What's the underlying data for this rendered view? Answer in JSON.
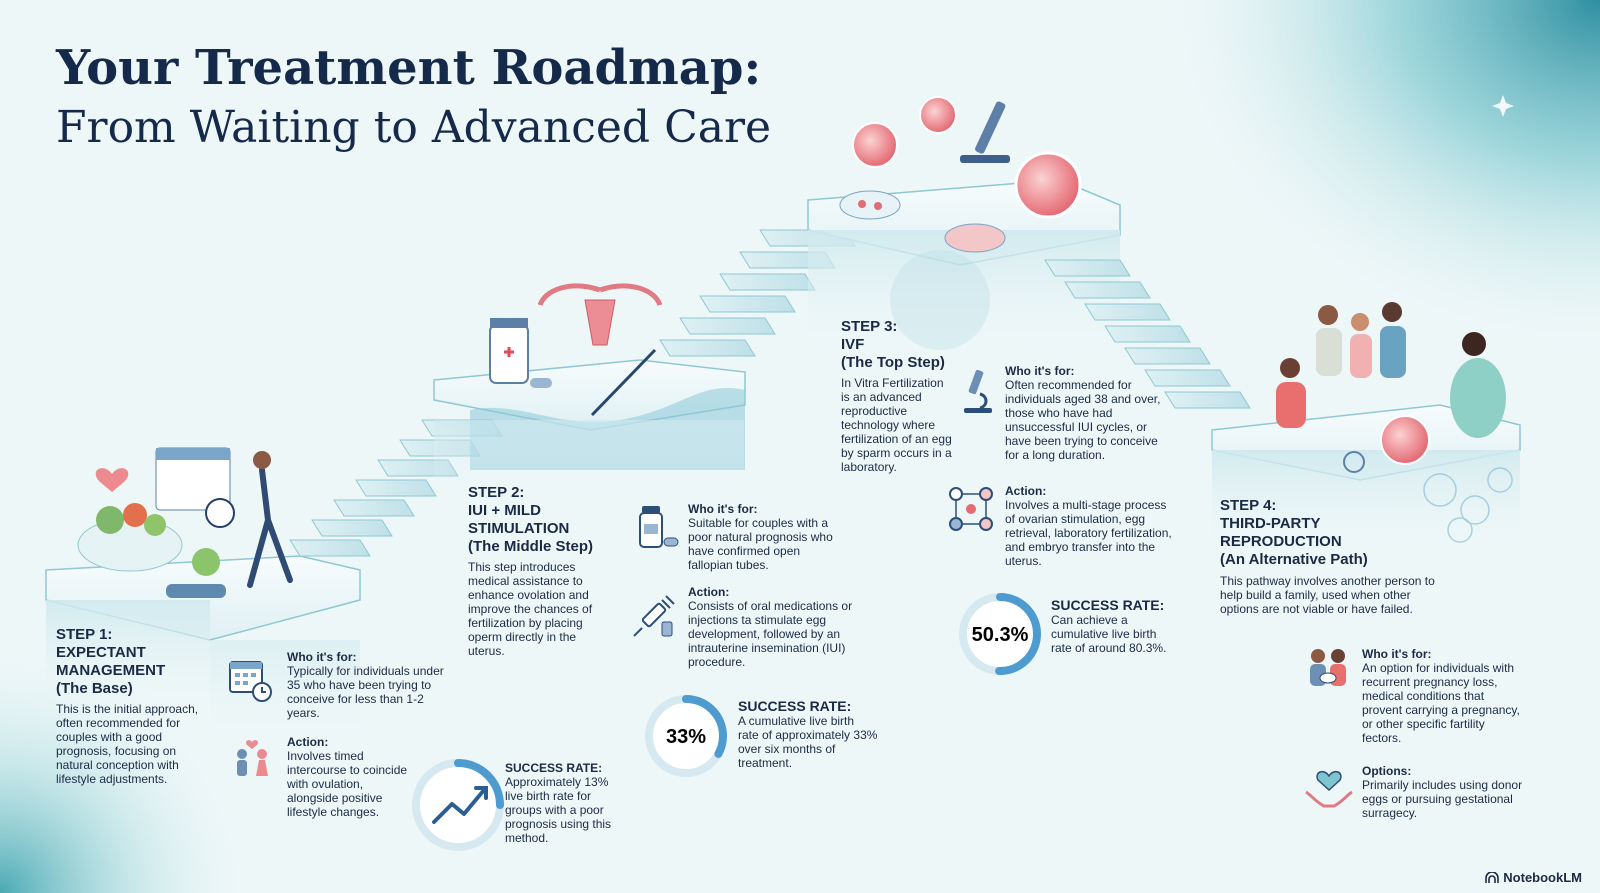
{
  "title": {
    "line1": "Your Treatment Roadmap:",
    "line2": "From Waiting to Advanced Care"
  },
  "steps": [
    {
      "label": "STEP 1:",
      "name": "EXPECTANT MANAGEMENT",
      "subtitle": "(The Base)",
      "description": "This is the initial approach, often recommended for couples with a good prognosis, focusing on natural conception with lifestyle adjustments.",
      "who_label": "Who it's for:",
      "who_text": "Typically for individuals under 35 who have been trying to conceive for less than 1-2 years.",
      "action_label": "Action:",
      "action_text": "Involves timed intercourse to coincide with ovulation, alongside positive lifestyle changes.",
      "success_label": "SUCCESS RATE:",
      "success_text": "Approximately 13% live birth rate for groups with a poor prognosis using this method."
    },
    {
      "label": "STEP 2:",
      "name": "IUI + MILD STIMULATION",
      "subtitle": "(The Middle Step)",
      "description": "This step introduces medical assistance to enhance ovolation and improve the chances of fertilization by placing operm directly in the uterus.",
      "who_label": "Who it's for:",
      "who_text": "Suitable for couples with a poor natural prognosis who have confirmed open fallopian tubes.",
      "action_label": "Action:",
      "action_text": "Consists of oral medications or injections ta stimulate egg development, followed by an intrauterine insemination (IUI) procedure.",
      "success_label": "SUCCESS RATE:",
      "success_value": "33%",
      "success_fraction": 0.33,
      "success_text": "A cumulative live birth rate of approximately 33% over six months of treatment."
    },
    {
      "label": "STEP 3:",
      "name": "IVF",
      "subtitle": "(The Top Step)",
      "description": "In Vitra Fertilization is an advanced reproductive technology where fertilization of an egg by sparm occurs in a laboratory.",
      "who_label": "Who it's for:",
      "who_text": "Often recommended for individuals aged 38 and over, those who have had unsuccessful IUI cycles, or have been trying to conceive for a long duration.",
      "action_label": "Action:",
      "action_text": "Involves a multi-stage process of ovarian stimulation, egg retrieval, laboratory fertilization, and embryo transfer into the uterus.",
      "success_label": "SUCCESS RATE:",
      "success_value": "50.3%",
      "success_fraction": 0.503,
      "success_text": "Can achieve a cumulative live birth rate of around 80.3%."
    },
    {
      "label": "STEP 4:",
      "name": "THIRD-PARTY REPRODUCTION",
      "subtitle": "(An Alternative Path)",
      "description": "This pathway involves another person to help build a family, used when other options are not viable or have failed.",
      "who_label": "Who it's for:",
      "who_text": "An option for individuals with recurrent pregnancy loss, medical conditions that provent carrying a pregnancy, or other specific fartility fectors.",
      "options_label": "Options:",
      "options_text": "Primarily includes using donor eggs or pursuing gestational surragecy."
    }
  ],
  "brand": "NotebookLM",
  "colors": {
    "navy": "#15294a",
    "teal": "#7fc4cf",
    "ring": "#4e9bd0",
    "pink": "#e88a93",
    "platform": "#f3fafb"
  },
  "icons": [
    "calendar-clock-icon",
    "couple-icon",
    "trend-up-icon",
    "medicine-bottle-icon",
    "syringe-icon",
    "microscope-icon",
    "lab-process-icon",
    "family-icon",
    "heart-hands-icon",
    "heart-icon",
    "dumbbell-icon",
    "uterus-icon",
    "egg-cell-icon",
    "notebooklm-logo-icon"
  ]
}
